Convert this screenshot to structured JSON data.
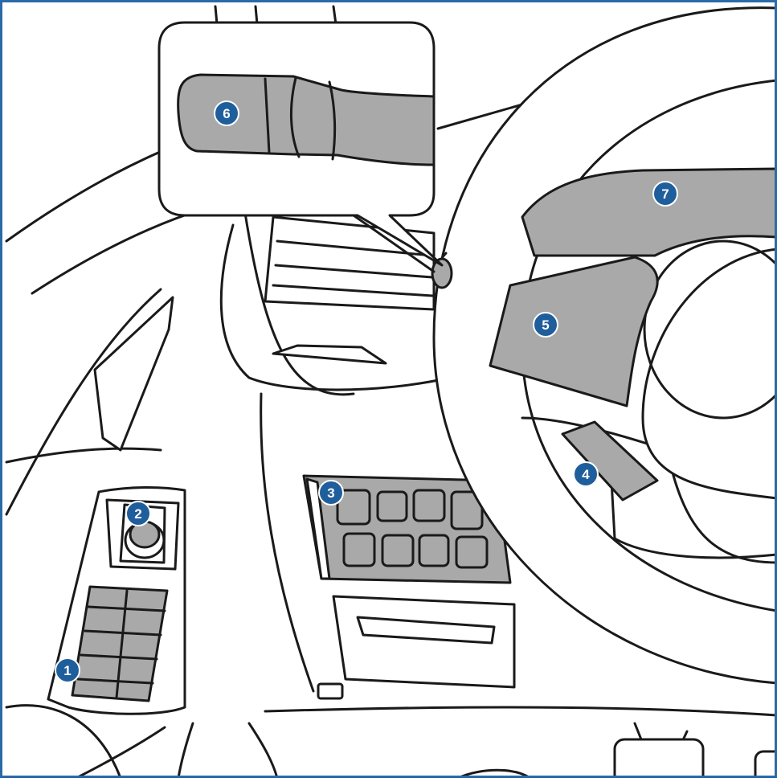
{
  "diagram": {
    "callouts": [
      {
        "id": "window-switches",
        "label": "1"
      },
      {
        "id": "mirror-adjuster",
        "label": "2"
      },
      {
        "id": "switch-panel",
        "label": "3"
      },
      {
        "id": "lower-lever",
        "label": "4"
      },
      {
        "id": "left-spoke-controls",
        "label": "5"
      },
      {
        "id": "stalk-end",
        "label": "6"
      },
      {
        "id": "upper-spoke-controls",
        "label": "7"
      }
    ],
    "colors": {
      "frame": "#2a6aa8",
      "badge": "#1f5e9c",
      "badge_text": "#ffffff",
      "highlight": "#a9a9a9",
      "outline": "#1a1a1a"
    }
  }
}
